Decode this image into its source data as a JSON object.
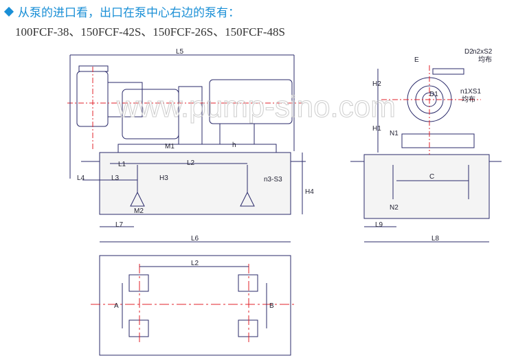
{
  "header": {
    "title": "从泵的进口看，出口在泵中心右边的泵有：",
    "models": "100FCF-38、150FCF-42S、150FCF-26S、150FCF-48S"
  },
  "labels": {
    "L5": "L5",
    "D2": "D2",
    "n2xS2": "n2xS2",
    "evenly1": "均布",
    "E": "E",
    "H2": "H2",
    "n1XS1": "n1XS1",
    "evenly2": "均布",
    "D1": "D1",
    "H1": "H1",
    "N1": "N1",
    "M1": "M1",
    "h": "h",
    "L1": "L1",
    "L2": "L2",
    "L4": "L4",
    "L3": "L3",
    "H3": "H3",
    "n3S3": "n3-S3",
    "H4": "H4",
    "M2": "M2",
    "L7": "L7",
    "L6": "L6",
    "C": "C",
    "N2": "N2",
    "L9": "L9",
    "L8": "L8",
    "L2b": "L2",
    "A": "A",
    "B": "B"
  },
  "colors": {
    "accent": "#1a8fd6",
    "line": "#2a2a6a",
    "center": "#e0202a"
  }
}
